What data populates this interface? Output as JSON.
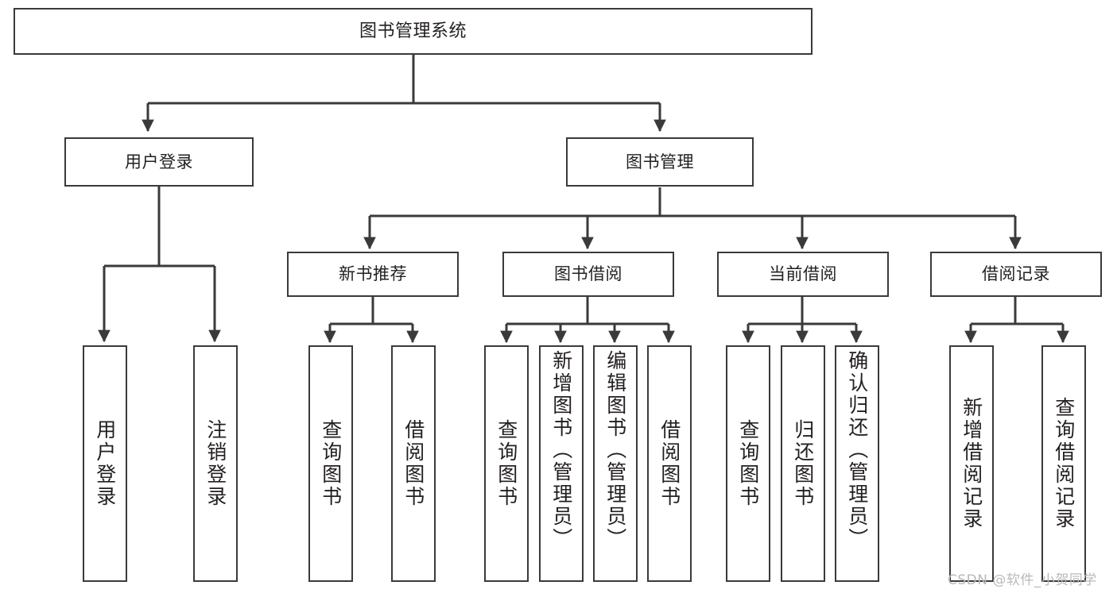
{
  "diagram": {
    "title": "图书管理系统",
    "watermark": "CSDN @软件_小贺同学",
    "colors": {
      "stroke": "#3a3a3a",
      "text": "#231f20",
      "background": "#ffffff",
      "watermark": "#b9b9b9"
    },
    "nodes": {
      "root": {
        "label": "图书管理系统"
      },
      "level2": [
        {
          "key": "user_login",
          "label": "用户登录"
        },
        {
          "key": "book_manage",
          "label": "图书管理"
        }
      ],
      "level3": [
        {
          "key": "new_book_rec",
          "label": "新书推荐"
        },
        {
          "key": "book_borrow",
          "label": "图书借阅"
        },
        {
          "key": "current_borrow",
          "label": "当前借阅"
        },
        {
          "key": "borrow_record",
          "label": "借阅记录"
        }
      ],
      "leaves": {
        "user_login": [
          {
            "key": "leaf_user_login",
            "label": "用户登录"
          },
          {
            "key": "leaf_logout",
            "label": "注销登录"
          }
        ],
        "new_book_rec": [
          {
            "key": "leaf_query_book_1",
            "label": "查询图书"
          },
          {
            "key": "leaf_borrow_book_1",
            "label": "借阅图书"
          }
        ],
        "book_borrow": [
          {
            "key": "leaf_query_book_2",
            "label": "查询图书"
          },
          {
            "key": "leaf_add_book",
            "label": "新增图书（管理员）"
          },
          {
            "key": "leaf_edit_book",
            "label": "编辑图书（管理员）"
          },
          {
            "key": "leaf_borrow_book_2",
            "label": "借阅图书"
          }
        ],
        "current_borrow": [
          {
            "key": "leaf_query_book_3",
            "label": "查询图书"
          },
          {
            "key": "leaf_return_book",
            "label": "归还图书"
          },
          {
            "key": "leaf_confirm_return",
            "label": "确认归还（管理员）"
          }
        ],
        "borrow_record": [
          {
            "key": "leaf_add_record",
            "label": "新增借阅记录"
          },
          {
            "key": "leaf_query_record",
            "label": "查询借阅记录"
          }
        ]
      }
    }
  }
}
